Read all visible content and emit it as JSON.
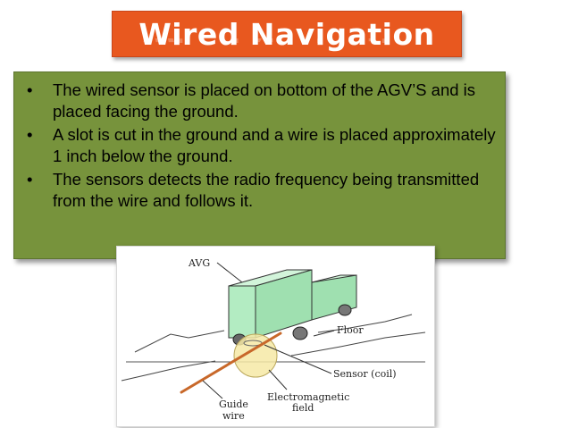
{
  "title": "Wired Navigation",
  "bullets": [
    "The wired sensor is placed on bottom of the AGV’S and is placed facing the ground.",
    "A slot is cut in the ground and a wire is placed approximately 1 inch below the ground.",
    "The sensors detects the radio frequency being transmitted from the wire and follows it."
  ],
  "bullet_symbol": "•",
  "figure": {
    "labels": {
      "avg": "AVG",
      "floor": "Floor",
      "sensor": "Sensor (coil)",
      "electromagnetic": "Electromagnetic",
      "field": "field",
      "guide": "Guide",
      "wire": "wire"
    }
  },
  "colors": {
    "title_bg": "#e8581f",
    "content_bg": "#77933c",
    "vehicle_fill": "#b3ecc2",
    "field_fill": "#f6e9a6",
    "wire_color": "#c8682a"
  }
}
